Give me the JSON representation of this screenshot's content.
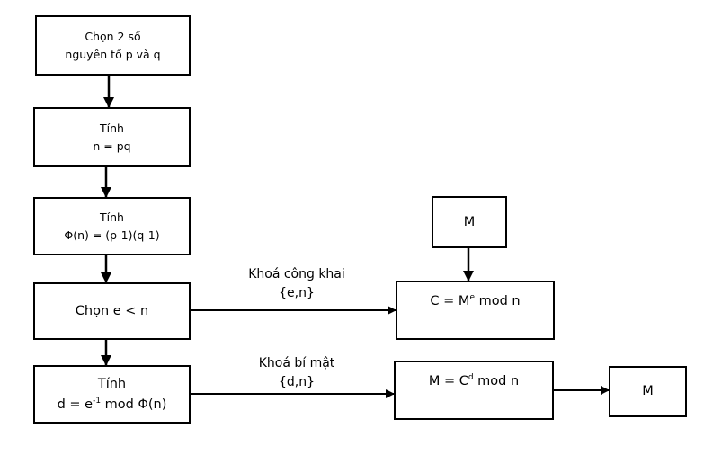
{
  "nodes": {
    "choose_primes": {
      "line1": "Chọn 2 số",
      "line2": "nguyên tố p và q"
    },
    "compute_n": {
      "line1": "Tính",
      "line2": "n = pq"
    },
    "compute_phi": {
      "line1": "Tính",
      "line2": "Φ(n) = (p-1)(q-1)"
    },
    "choose_e": {
      "text": "Chọn e < n"
    },
    "compute_d": {
      "line1": "Tính",
      "line2_pre": "d = e",
      "line2_sup": "-1",
      "line2_post": " mod Φ(n)"
    },
    "message_in": {
      "text": "M"
    },
    "encrypt": {
      "pre": "C = M",
      "sup": "e",
      "post": " mod n"
    },
    "decrypt": {
      "pre": "M = C",
      "sup": "d",
      "post": " mod n"
    },
    "message_out": {
      "text": "M"
    }
  },
  "edges": {
    "public_key": {
      "line1": "Khoá công khai",
      "line2": "{e,n}"
    },
    "private_key": {
      "line1": "Khoá bí mật",
      "line2": "{d,n}"
    }
  },
  "colors": {
    "stroke": "#000000",
    "background": "#ffffff"
  }
}
